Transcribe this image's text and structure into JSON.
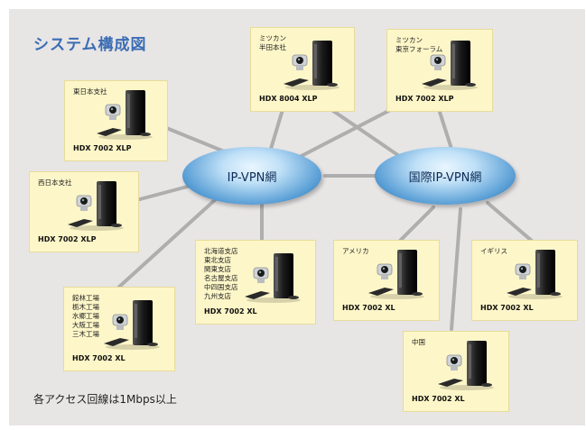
{
  "title": "システム構成図",
  "footnote": "各アクセス回線は1Mbps以上",
  "networks": {
    "ipvpn": "IP-VPN網",
    "intl": "国際IP-VPN網"
  },
  "sites": [
    {
      "id": "higashi",
      "label": "東日本支社",
      "model": "HDX 7002 XLP"
    },
    {
      "id": "nishi",
      "label": "西日本支社",
      "model": "HDX 7002 XLP"
    },
    {
      "id": "factories",
      "label": "館林工場\n栃木工場\n水郷工場\n大阪工場\n三木工場",
      "model": "HDX 7002 XL"
    },
    {
      "id": "handa",
      "label": "ミツカン\n半田本社",
      "model": "HDX 8004 XLP"
    },
    {
      "id": "tokyo",
      "label": "ミツカン\n東京フォーラム",
      "model": "HDX 7002 XLP"
    },
    {
      "id": "branches",
      "label": "北海道支店\n東北支店\n関東支店\n名古屋支店\n中四国支店\n九州支店",
      "model": "HDX 7002 XL"
    },
    {
      "id": "america",
      "label": "アメリカ",
      "model": "HDX 7002 XL"
    },
    {
      "id": "uk",
      "label": "イギリス",
      "model": "HDX 7002 XL"
    },
    {
      "id": "china",
      "label": "中国",
      "model": "HDX 7002 XL"
    }
  ],
  "colors": {
    "title": "#3b6db4",
    "background": "#e8e5e5",
    "site_box": "#fdf6c8",
    "link": "#aeaeae"
  }
}
